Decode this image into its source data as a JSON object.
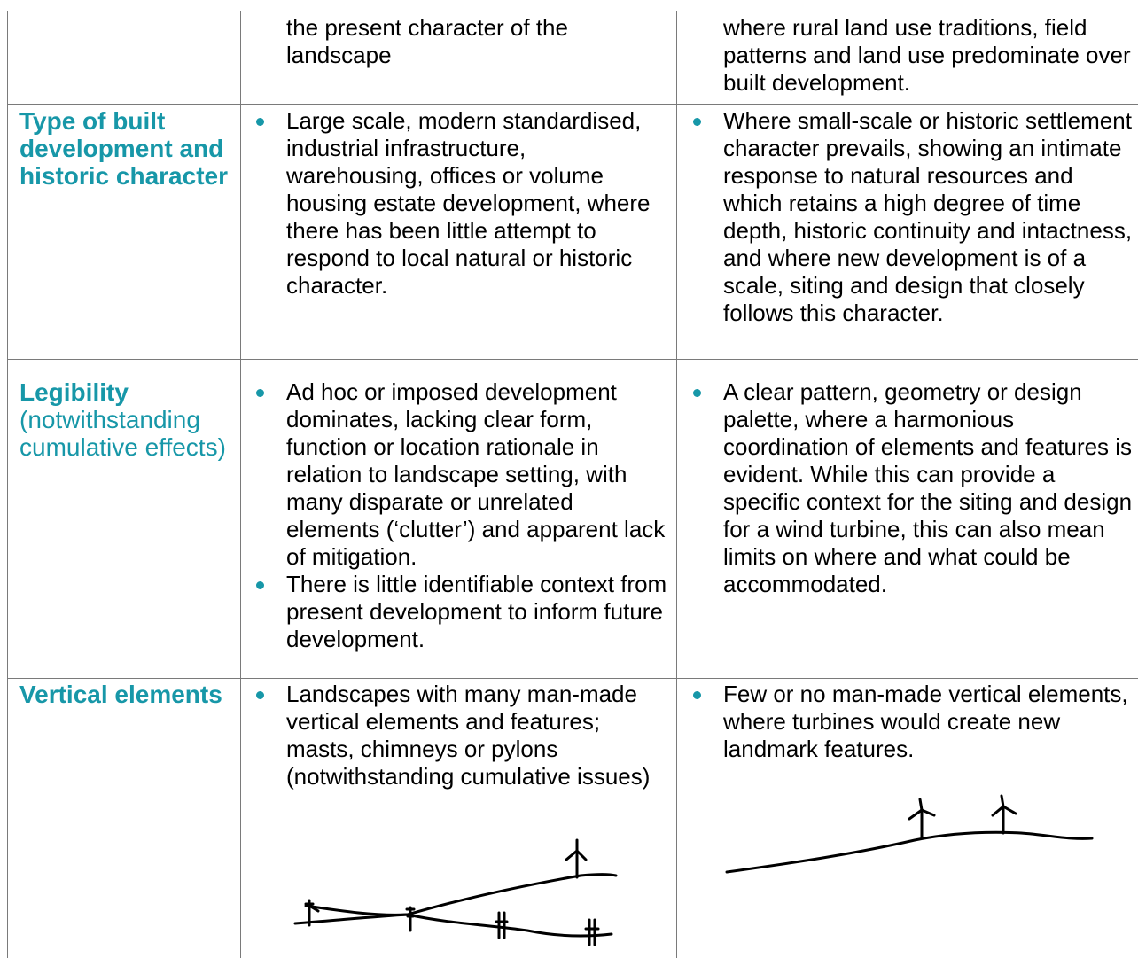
{
  "rows": [
    {
      "col2": [
        "the present character of the landscape"
      ],
      "col3": [
        "where rural land use traditions, field patterns and land use predominate over built development."
      ]
    },
    {
      "heading": "Type of built development and historic character",
      "col2": [
        "Large scale, modern standardised, industrial infrastructure, warehousing, offices or volume housing estate development, where there has been little attempt to respond to local natural or historic character."
      ],
      "col3": [
        "Where small-scale or historic settlement character prevails, showing an intimate response to natural resources and which retains a high degree of time depth, historic continuity and intactness, and where new development is of a scale, siting and design that closely follows this character."
      ]
    },
    {
      "heading": "Legibility",
      "subheading": "(notwithstanding cumulative effects)",
      "col2": [
        "Ad hoc or imposed development dominates, lacking clear form, function or location rationale in relation to landscape setting, with many disparate or unrelated elements (‘clutter’) and apparent lack of mitigation.",
        "There is little identifiable context from present development to inform future development."
      ],
      "col3": [
        "A clear pattern, geometry or design palette, where a harmonious coordination of elements and features is evident.  While this can provide a specific context for the siting and design for a wind turbine, this can also mean limits on where and what could be accommodated."
      ]
    },
    {
      "heading": "Vertical elements",
      "col2": [
        "Landscapes with many man-made vertical elements and features; masts, chimneys or pylons (notwithstanding cumulative issues)"
      ],
      "col3": [
        "Few or no man-made vertical elements, where turbines would create new landmark features."
      ]
    }
  ],
  "colors": {
    "heading": "#1797a8",
    "bullet": "#1797a8",
    "rule": "#7a7a7a"
  }
}
